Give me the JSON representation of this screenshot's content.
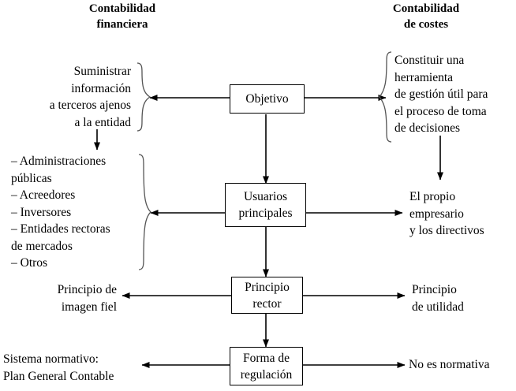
{
  "diagram": {
    "title_left": "Contabilidad\nfinanciera",
    "title_right": "Contabilidad\nde costes",
    "boxes": [
      {
        "id": "objetivo",
        "label": "Objetivo"
      },
      {
        "id": "usuarios",
        "label": "Usuarios\nprincipales"
      },
      {
        "id": "principio",
        "label": "Principio\nrector"
      },
      {
        "id": "forma",
        "label": "Forma de\nregulación"
      }
    ],
    "left_nodes": [
      {
        "id": "suministrar",
        "text": "Suministrar\ninformación\na terceros ajenos\na la entidad"
      },
      {
        "id": "usuarios-lista",
        "text": "– Administraciones\n   públicas\n– Acreedores\n– Inversores\n– Entidades rectoras\n   de mercados\n– Otros"
      },
      {
        "id": "imagen-fiel",
        "text": "Principio de\nimagen fiel"
      },
      {
        "id": "sistema-normativo",
        "text": "Sistema normativo:\nPlan General Contable"
      }
    ],
    "right_nodes": [
      {
        "id": "constituir",
        "text": "Constituir una\nherramienta\nde gestión útil para\nel proceso de toma\nde decisiones"
      },
      {
        "id": "empresario",
        "text": "El propio\nempresario\ny los directivos"
      },
      {
        "id": "utilidad",
        "text": "Principio\nde utilidad"
      },
      {
        "id": "no-normativa",
        "text": "No es normativa"
      }
    ],
    "colors": {
      "stroke": "#000000",
      "background": "#ffffff"
    }
  }
}
